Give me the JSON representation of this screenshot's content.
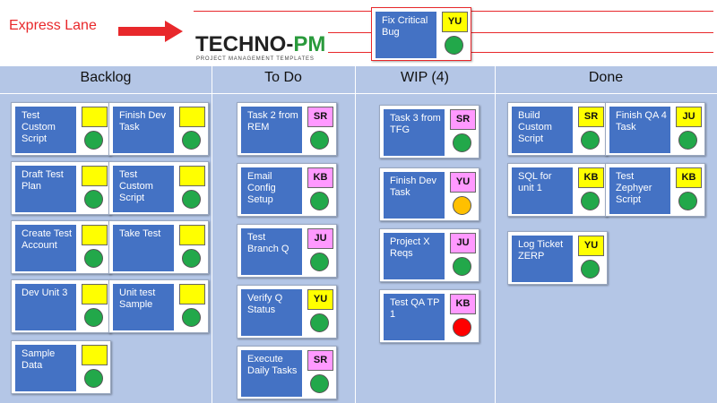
{
  "colors": {
    "lane_bg": "#b4c6e6",
    "card_text_bg": "#4472c4",
    "express_red": "#e8282b",
    "tag_yellow": "#ffff00",
    "tag_pink": "#ff99ff",
    "dot_green": "#22a84a",
    "dot_amber": "#ffc000",
    "dot_red": "#ff0000",
    "logo_green": "#2a9a3c"
  },
  "express": {
    "label": "Express Lane",
    "arrow_icon": "red-arrow-right-icon",
    "card": {
      "text": "Fix Critical Bug",
      "tag": "YU",
      "tag_color": "yellow",
      "status": "green"
    }
  },
  "logo": {
    "main_left": "TECHNO-",
    "main_right": "PM",
    "sub": "PROJECT MANAGEMENT TEMPLATES"
  },
  "lanes": [
    {
      "title": "Backlog",
      "cards": [
        {
          "text": "Test Custom Script",
          "tag": "",
          "tag_color": "yellow",
          "status": "green"
        },
        {
          "text": "Finish Dev Task",
          "tag": "",
          "tag_color": "yellow",
          "status": "green"
        },
        {
          "text": "Draft Test Plan",
          "tag": "",
          "tag_color": "yellow",
          "status": "green"
        },
        {
          "text": "Test Custom Script",
          "tag": "",
          "tag_color": "yellow",
          "status": "green"
        },
        {
          "text": "Create Test Account",
          "tag": "",
          "tag_color": "yellow",
          "status": "green"
        },
        {
          "text": "Take Test",
          "tag": "",
          "tag_color": "yellow",
          "status": "green"
        },
        {
          "text": "Dev Unit 3",
          "tag": "",
          "tag_color": "yellow",
          "status": "green"
        },
        {
          "text": "Unit test Sample",
          "tag": "",
          "tag_color": "yellow",
          "status": "green"
        },
        {
          "text": "Sample Data",
          "tag": "",
          "tag_color": "yellow",
          "status": "green"
        }
      ]
    },
    {
      "title": "To Do",
      "cards": [
        {
          "text": "Task 2 from REM",
          "tag": "SR",
          "tag_color": "pink",
          "status": "green"
        },
        {
          "text": "Email Config Setup",
          "tag": "KB",
          "tag_color": "pink",
          "status": "green"
        },
        {
          "text": "Test Branch Q",
          "tag": "JU",
          "tag_color": "pink",
          "status": "green"
        },
        {
          "text": "Verify Q Status",
          "tag": "YU",
          "tag_color": "yellow",
          "status": "green"
        },
        {
          "text": "Execute Daily Tasks",
          "tag": "SR",
          "tag_color": "pink",
          "status": "green"
        }
      ]
    },
    {
      "title": "WIP (4)",
      "cards": [
        {
          "text": "Task 3 from TFG",
          "tag": "SR",
          "tag_color": "pink",
          "status": "green"
        },
        {
          "text": "Finish Dev Task",
          "tag": "YU",
          "tag_color": "pink",
          "status": "amber"
        },
        {
          "text": "Project X Reqs",
          "tag": "JU",
          "tag_color": "pink",
          "status": "green"
        },
        {
          "text": "Test QA TP 1",
          "tag": "KB",
          "tag_color": "pink",
          "status": "red"
        }
      ]
    },
    {
      "title": "Done",
      "cards": [
        {
          "text": "Build Custom Script",
          "tag": "SR",
          "tag_color": "yellow",
          "status": "green"
        },
        {
          "text": "Finish QA 4 Task",
          "tag": "JU",
          "tag_color": "yellow",
          "status": "green"
        },
        {
          "text": "SQL for unit 1",
          "tag": "KB",
          "tag_color": "yellow",
          "status": "green"
        },
        {
          "text": "Test Zephyer Script",
          "tag": "KB",
          "tag_color": "yellow",
          "status": "green"
        },
        {
          "text": "Log Ticket ZERP",
          "tag": "YU",
          "tag_color": "yellow",
          "status": "green"
        }
      ]
    }
  ]
}
